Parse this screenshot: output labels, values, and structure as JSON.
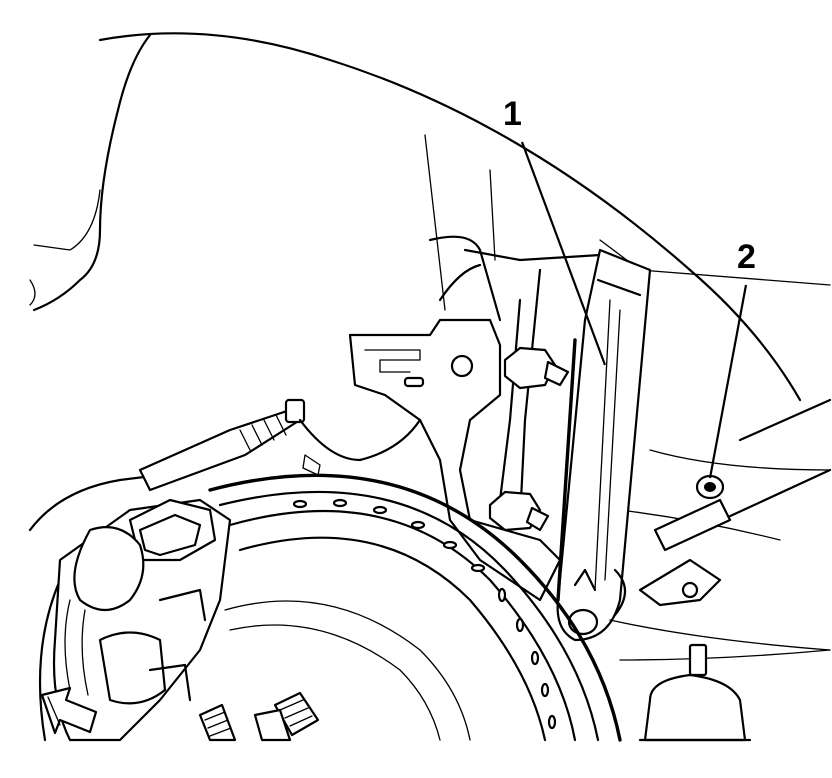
{
  "callouts": [
    {
      "id": "1",
      "label": "1"
    },
    {
      "id": "2",
      "label": "2"
    }
  ],
  "icons": {
    "direction_arrow": "forward-direction-arrow-icon"
  },
  "colors": {
    "line": "#000000",
    "background": "#ffffff"
  }
}
